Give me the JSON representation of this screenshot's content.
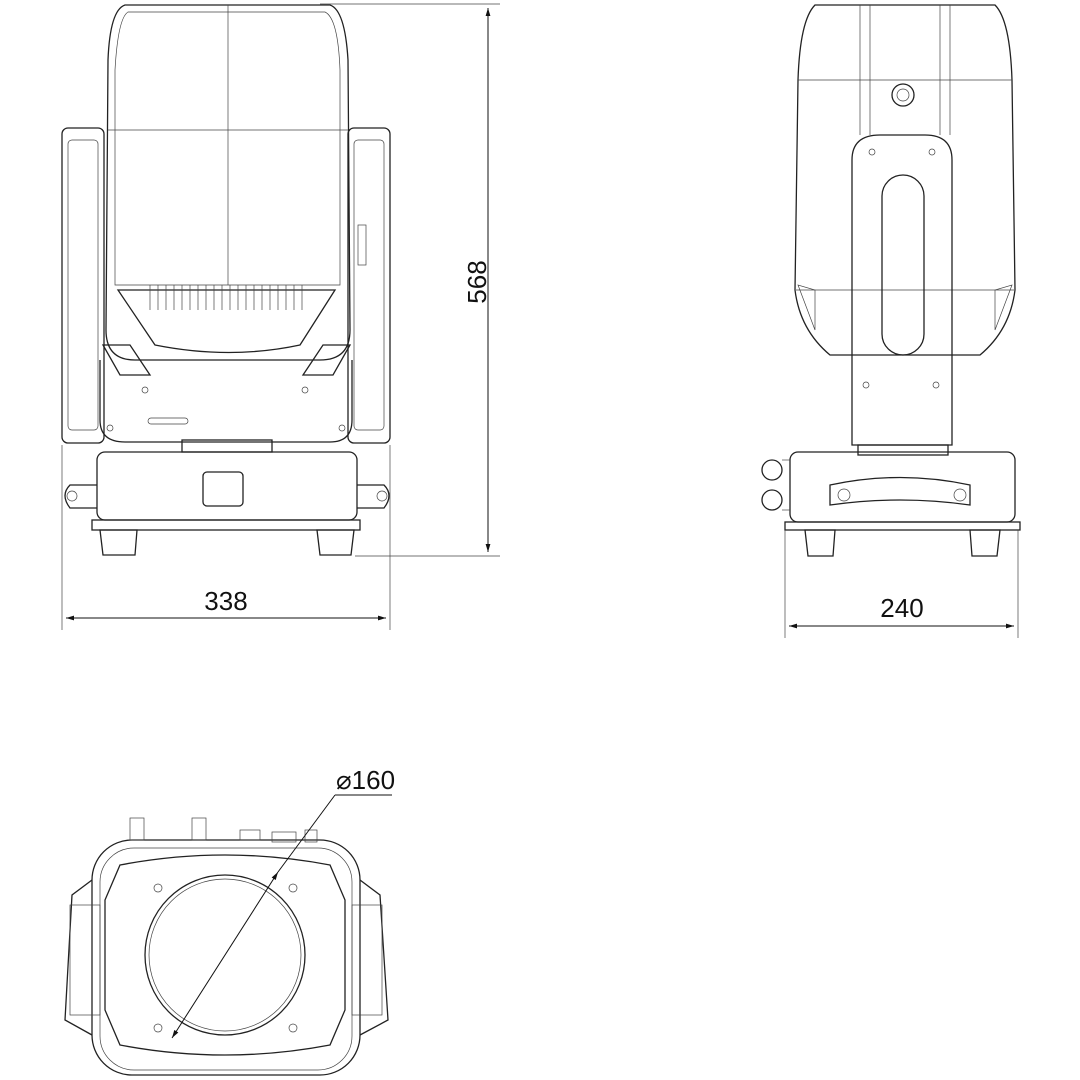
{
  "drawing": {
    "front_view": {
      "height_dimension": "568",
      "width_dimension": "338"
    },
    "side_view": {
      "depth_dimension": "240"
    },
    "bottom_view": {
      "lens_diameter": "⌀160"
    }
  }
}
